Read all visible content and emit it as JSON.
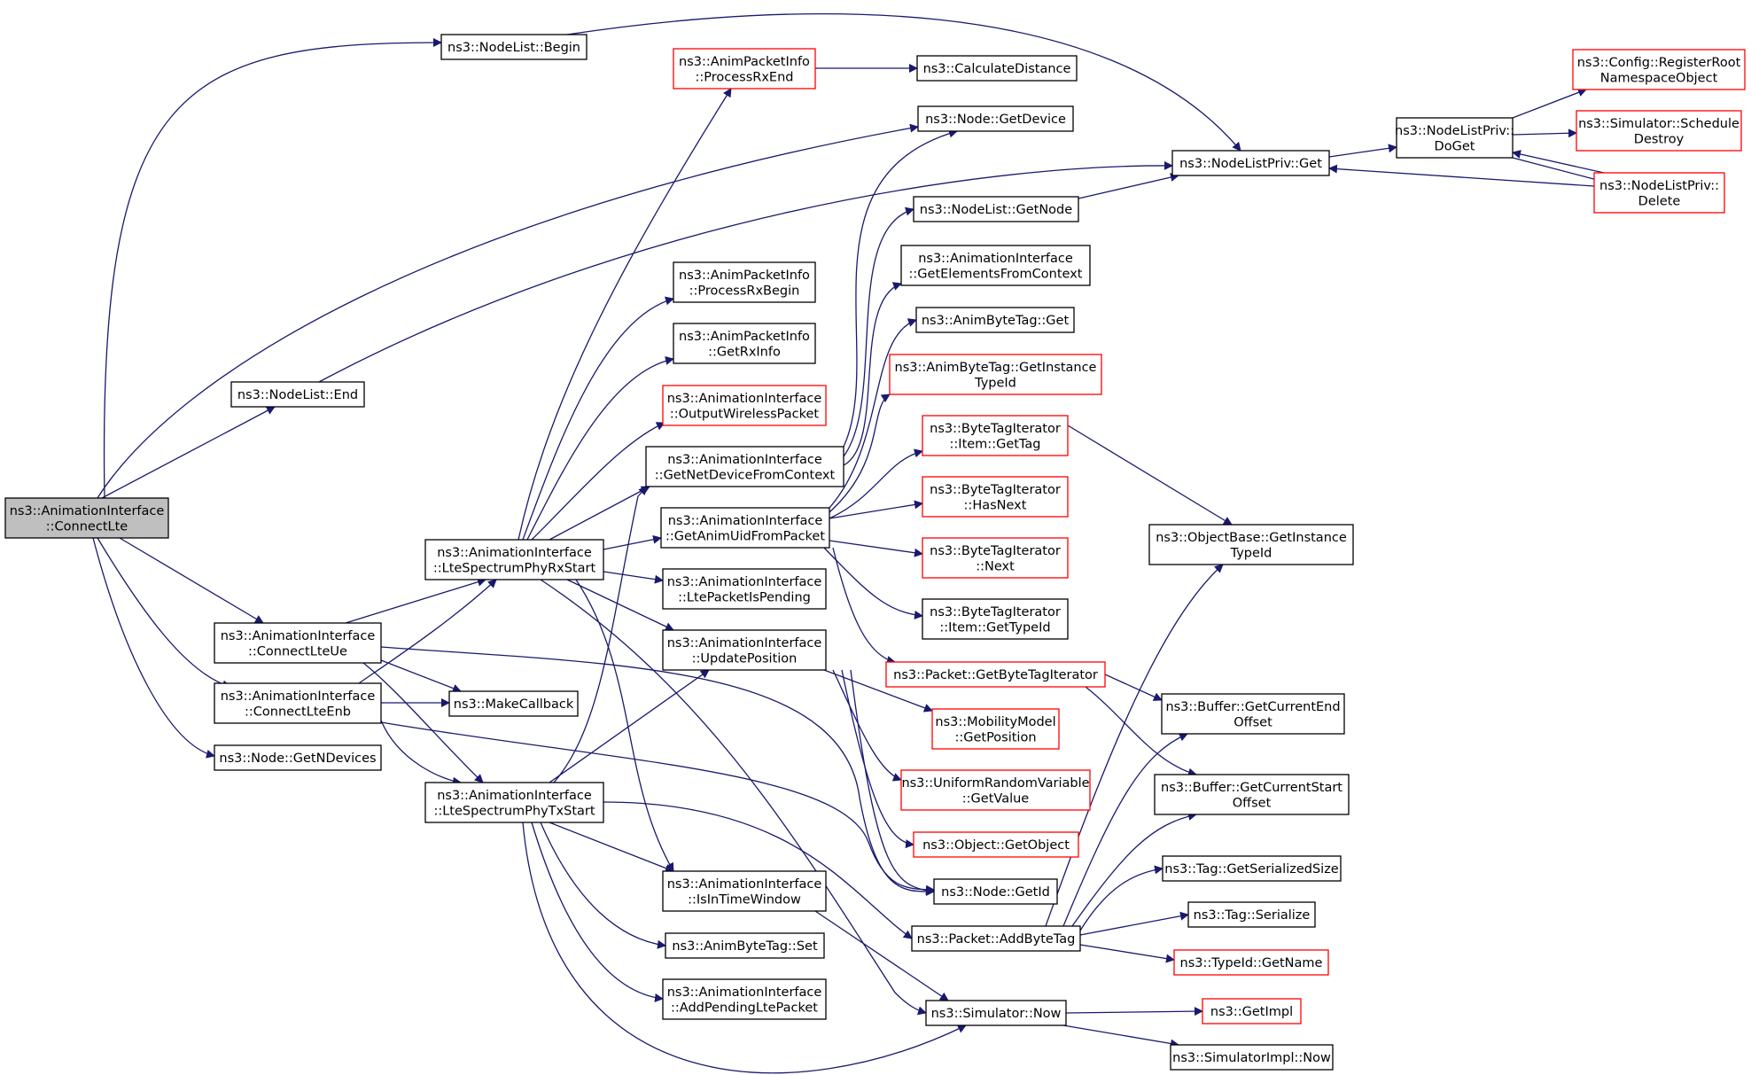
{
  "colors": {
    "edge": "#191970",
    "node_border": "#000000",
    "node_border_external": "#ff0000",
    "node_fill": "#ffffff",
    "root_fill": "#bfbfbf"
  },
  "nodes": [
    {
      "id": "connectLte",
      "lines": [
        "ns3::AnimationInterface",
        "::ConnectLte"
      ],
      "kind": "root"
    },
    {
      "id": "nlBegin",
      "lines": [
        "ns3::NodeList::Begin"
      ],
      "kind": "normal"
    },
    {
      "id": "nlEnd",
      "lines": [
        "ns3::NodeList::End"
      ],
      "kind": "normal"
    },
    {
      "id": "connectLteUe",
      "lines": [
        "ns3::AnimationInterface",
        "::ConnectLteUe"
      ],
      "kind": "normal"
    },
    {
      "id": "connectLteEnb",
      "lines": [
        "ns3::AnimationInterface",
        "::ConnectLteEnb"
      ],
      "kind": "normal"
    },
    {
      "id": "getNDevices",
      "lines": [
        "ns3::Node::GetNDevices"
      ],
      "kind": "normal"
    },
    {
      "id": "rxStart",
      "lines": [
        "ns3::AnimationInterface",
        "::LteSpectrumPhyRxStart"
      ],
      "kind": "normal"
    },
    {
      "id": "txStart",
      "lines": [
        "ns3::AnimationInterface",
        "::LteSpectrumPhyTxStart"
      ],
      "kind": "normal"
    },
    {
      "id": "makeCallback",
      "lines": [
        "ns3::MakeCallback"
      ],
      "kind": "normal"
    },
    {
      "id": "processRxEnd",
      "lines": [
        "ns3::AnimPacketInfo",
        "::ProcessRxEnd"
      ],
      "kind": "external"
    },
    {
      "id": "processRxBegin",
      "lines": [
        "ns3::AnimPacketInfo",
        "::ProcessRxBegin"
      ],
      "kind": "normal"
    },
    {
      "id": "getRxInfo",
      "lines": [
        "ns3::AnimPacketInfo",
        "::GetRxInfo"
      ],
      "kind": "normal"
    },
    {
      "id": "outputWireless",
      "lines": [
        "ns3::AnimationInterface",
        "::OutputWirelessPacket"
      ],
      "kind": "external"
    },
    {
      "id": "getNetDevFromCtx",
      "lines": [
        "ns3::AnimationInterface",
        "::GetNetDeviceFromContext"
      ],
      "kind": "normal"
    },
    {
      "id": "getAnimUid",
      "lines": [
        "ns3::AnimationInterface",
        "::GetAnimUidFromPacket"
      ],
      "kind": "normal"
    },
    {
      "id": "ltePending",
      "lines": [
        "ns3::AnimationInterface",
        "::LtePacketIsPending"
      ],
      "kind": "normal"
    },
    {
      "id": "updatePosition",
      "lines": [
        "ns3::AnimationInterface",
        "::UpdatePosition"
      ],
      "kind": "normal"
    },
    {
      "id": "isInTimeWindow",
      "lines": [
        "ns3::AnimationInterface",
        "::IsInTimeWindow"
      ],
      "kind": "normal"
    },
    {
      "id": "animByteTagSet",
      "lines": [
        "ns3::AnimByteTag::Set"
      ],
      "kind": "normal"
    },
    {
      "id": "addPendingLte",
      "lines": [
        "ns3::AnimationInterface",
        "::AddPendingLtePacket"
      ],
      "kind": "normal"
    },
    {
      "id": "calcDistance",
      "lines": [
        "ns3::CalculateDistance"
      ],
      "kind": "normal"
    },
    {
      "id": "nodeGetDevice",
      "lines": [
        "ns3::Node::GetDevice"
      ],
      "kind": "normal"
    },
    {
      "id": "nlGetNode",
      "lines": [
        "ns3::NodeList::GetNode"
      ],
      "kind": "normal"
    },
    {
      "id": "getElemFromCtx",
      "lines": [
        "ns3::AnimationInterface",
        "::GetElementsFromContext"
      ],
      "kind": "normal"
    },
    {
      "id": "animByteTagGet",
      "lines": [
        "ns3::AnimByteTag::Get"
      ],
      "kind": "normal"
    },
    {
      "id": "animByteTagGetInst",
      "lines": [
        "ns3::AnimByteTag::GetInstance",
        "TypeId"
      ],
      "kind": "external"
    },
    {
      "id": "btiGetTag",
      "lines": [
        "ns3::ByteTagIterator",
        "::Item::GetTag"
      ],
      "kind": "external"
    },
    {
      "id": "btiHasNext",
      "lines": [
        "ns3::ByteTagIterator",
        "::HasNext"
      ],
      "kind": "external"
    },
    {
      "id": "btiNext",
      "lines": [
        "ns3::ByteTagIterator",
        "::Next"
      ],
      "kind": "external"
    },
    {
      "id": "btiGetTypeId",
      "lines": [
        "ns3::ByteTagIterator",
        "::Item::GetTypeId"
      ],
      "kind": "normal"
    },
    {
      "id": "pktGetBTI",
      "lines": [
        "ns3::Packet::GetByteTagIterator"
      ],
      "kind": "external"
    },
    {
      "id": "mobGetPos",
      "lines": [
        "ns3::MobilityModel",
        "::GetPosition"
      ],
      "kind": "external"
    },
    {
      "id": "urvGetValue",
      "lines": [
        "ns3::UniformRandomVariable",
        "::GetValue"
      ],
      "kind": "external"
    },
    {
      "id": "objGetObject",
      "lines": [
        "ns3::Object::GetObject"
      ],
      "kind": "external"
    },
    {
      "id": "nodeGetId",
      "lines": [
        "ns3::Node::GetId"
      ],
      "kind": "normal"
    },
    {
      "id": "pktAddByteTag",
      "lines": [
        "ns3::Packet::AddByteTag"
      ],
      "kind": "normal"
    },
    {
      "id": "simNow",
      "lines": [
        "ns3::Simulator::Now"
      ],
      "kind": "normal"
    },
    {
      "id": "nlpGet",
      "lines": [
        "ns3::NodeListPriv::Get"
      ],
      "kind": "normal"
    },
    {
      "id": "nlpDoGet",
      "lines": [
        "ns3::NodeListPriv::",
        "DoGet"
      ],
      "kind": "normal"
    },
    {
      "id": "cfgRegister",
      "lines": [
        "ns3::Config::RegisterRoot",
        "NamespaceObject"
      ],
      "kind": "external"
    },
    {
      "id": "simSchedDestroy",
      "lines": [
        "ns3::Simulator::Schedule",
        "Destroy"
      ],
      "kind": "external"
    },
    {
      "id": "nlpDelete",
      "lines": [
        "ns3::NodeListPriv::",
        "Delete"
      ],
      "kind": "external"
    },
    {
      "id": "objBaseGetInst",
      "lines": [
        "ns3::ObjectBase::GetInstance",
        "TypeId"
      ],
      "kind": "normal"
    },
    {
      "id": "bufEndOff",
      "lines": [
        "ns3::Buffer::GetCurrentEnd",
        "Offset"
      ],
      "kind": "normal"
    },
    {
      "id": "bufStartOff",
      "lines": [
        "ns3::Buffer::GetCurrentStart",
        "Offset"
      ],
      "kind": "normal"
    },
    {
      "id": "tagGetSerSize",
      "lines": [
        "ns3::Tag::GetSerializedSize"
      ],
      "kind": "normal"
    },
    {
      "id": "tagSerialize",
      "lines": [
        "ns3::Tag::Serialize"
      ],
      "kind": "normal"
    },
    {
      "id": "typeIdGetName",
      "lines": [
        "ns3::TypeId::GetName"
      ],
      "kind": "external"
    },
    {
      "id": "getImpl",
      "lines": [
        "ns3::GetImpl"
      ],
      "kind": "external"
    },
    {
      "id": "simImplNow",
      "lines": [
        "ns3::SimulatorImpl::Now"
      ],
      "kind": "normal"
    }
  ]
}
